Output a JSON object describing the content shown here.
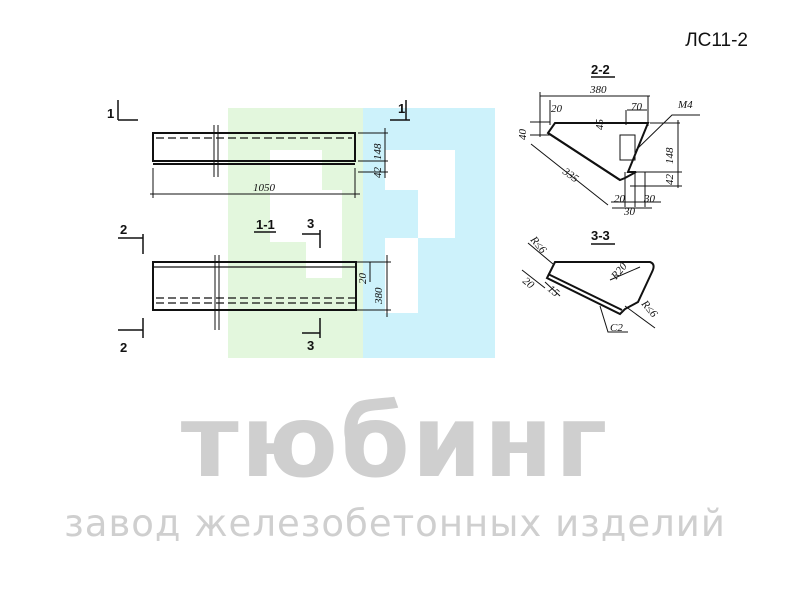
{
  "drawing_code": "ЛС11-2",
  "watermark": {
    "title": "тюбинг",
    "subtitle": "завод железобетонных изделий",
    "colors": {
      "green": "#e3f7dd",
      "blue": "#cdf2fb",
      "text": "#cfcfcf"
    }
  },
  "plan": {
    "section_mark": "1",
    "dims": {
      "length": "1050",
      "height": "148",
      "bottom": "42"
    }
  },
  "section_1_1": {
    "title": "1-1",
    "mark_2": "2",
    "mark_3": "3",
    "dims": {
      "width": "380",
      "edge": "20"
    }
  },
  "section_2_2": {
    "title": "2-2",
    "dims": {
      "width": "380",
      "left": "20",
      "right": "70",
      "insert": "M4",
      "d45": "45",
      "d40": "40",
      "height": "148",
      "d42": "42",
      "slope": "335",
      "b20": "20",
      "b30a": "30",
      "b30b": "30"
    }
  },
  "section_3_3": {
    "title": "3-3",
    "dims": {
      "r6a": "R≤6",
      "r20": "R20",
      "r6b": "R≤6",
      "d20": "20",
      "d15": "15",
      "rebar": "C2"
    }
  }
}
